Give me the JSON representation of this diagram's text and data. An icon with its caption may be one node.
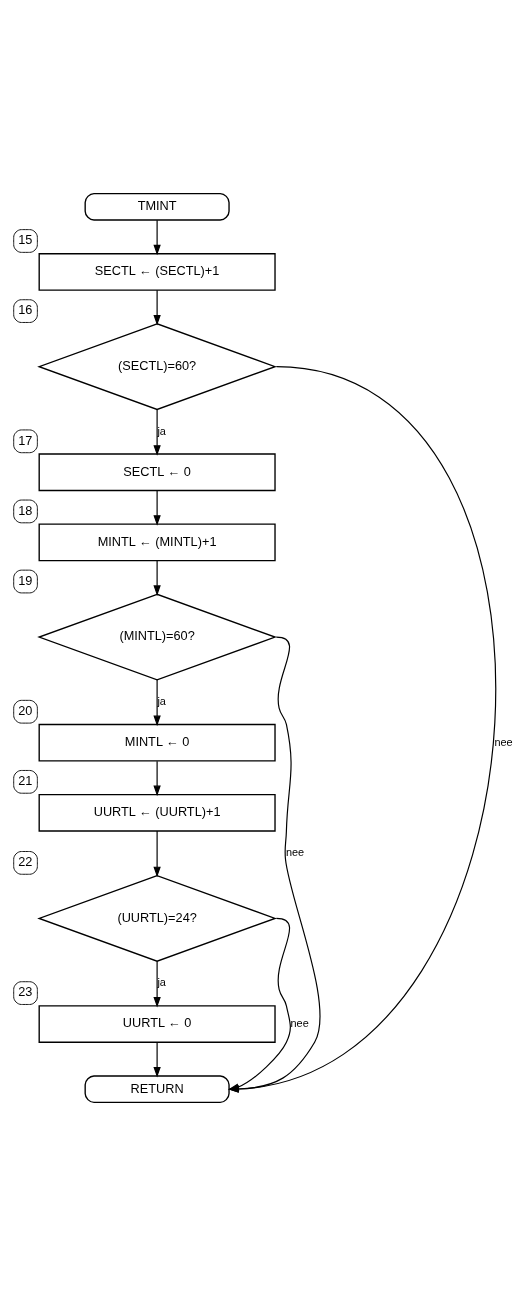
{
  "diagram": {
    "nodes": [
      {
        "text": [
          "TMINT"
        ]
      },
      {
        "text": [
          "SECTL ← (SECTL)+1"
        ],
        "beside": [
          "15"
        ]
      },
      {
        "text": [
          "(SECTL)=60?"
        ],
        "beside": [
          "16"
        ]
      },
      {
        "text": [
          "SECTL ← 0"
        ],
        "beside": [
          "17"
        ]
      },
      {
        "text": [
          "MINTL ← (MINTL)+1"
        ],
        "beside": [
          "18"
        ]
      },
      {
        "text": [
          "(MINTL)=60?"
        ],
        "beside": [
          "19"
        ]
      },
      {
        "text": [
          "MINTL ← 0"
        ],
        "beside": [
          "20"
        ]
      },
      {
        "text": [
          "UURTL ← (UURTL)+1"
        ],
        "beside": [
          "21"
        ]
      },
      {
        "text": [
          "(UURTL)=24?"
        ],
        "beside": [
          "22"
        ]
      },
      {
        "text": [
          "UURTL ← 0"
        ],
        "beside": [
          "23"
        ]
      },
      {
        "text": [
          "RETURN"
        ]
      }
    ],
    "edges": [
      {
        "from": 0,
        "to": 1,
        "arrow": "to"
      },
      {
        "from": 1,
        "to": 2,
        "arrow": "to"
      },
      {
        "from": 2,
        "to": 3,
        "arrow": "to",
        "label": "ja"
      },
      {
        "from": 2,
        "to": 10,
        "arrow": "to",
        "label": "nee"
      },
      {
        "from": 3,
        "to": 4,
        "arrow": "to"
      },
      {
        "from": 4,
        "to": 5,
        "arrow": "to"
      },
      {
        "from": 5,
        "to": 6,
        "arrow": "to",
        "label": "ja"
      },
      {
        "from": 5,
        "to": 10,
        "arrow": "to",
        "label": "nee"
      },
      {
        "from": 6,
        "to": 7,
        "arrow": "to"
      },
      {
        "from": 7,
        "to": 8,
        "arrow": "to"
      },
      {
        "from": 8,
        "to": 9,
        "arrow": "to",
        "label": "ja"
      },
      {
        "from": 8,
        "to": 10,
        "arrow": "to",
        "label": "nee"
      },
      {
        "from": 9,
        "to": 10,
        "arrow": "to"
      }
    ]
  }
}
